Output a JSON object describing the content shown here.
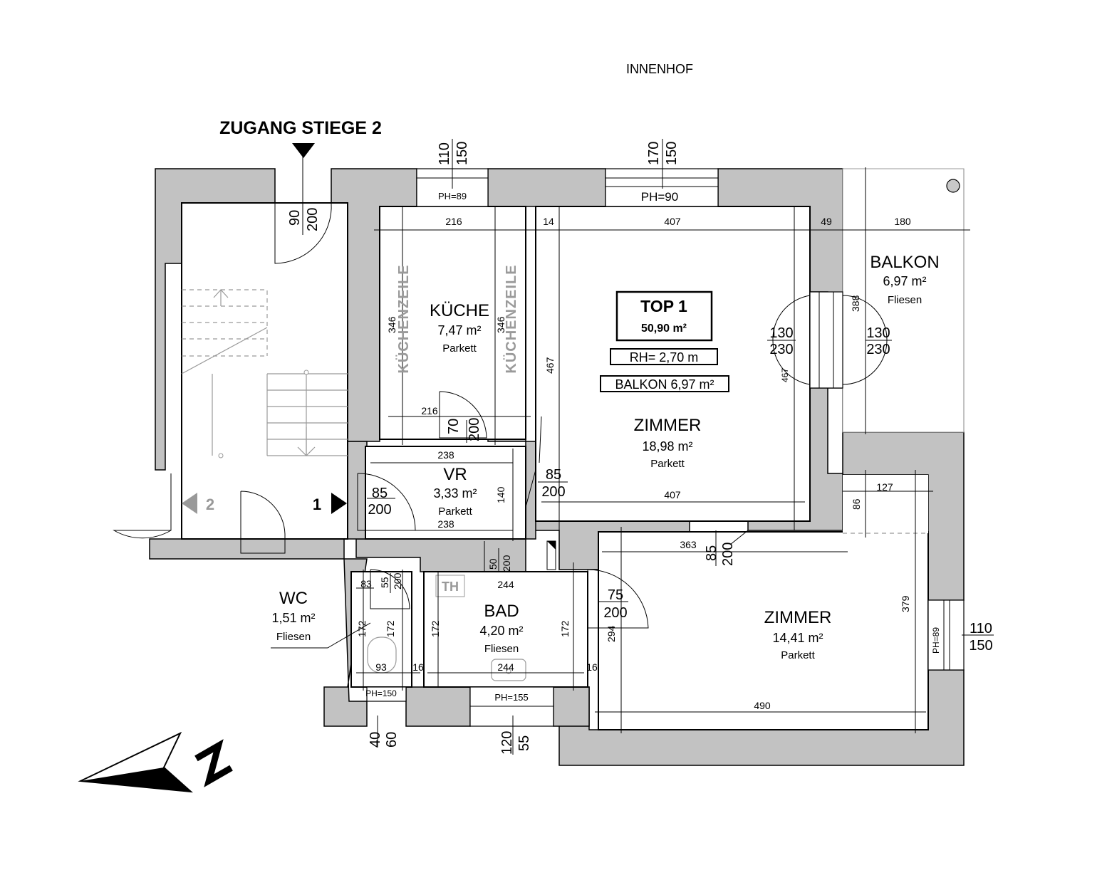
{
  "labels": {
    "innenhof": "INNENHOF",
    "zugang": "ZUGANG STIEGE 2",
    "top": "TOP 1",
    "top_area": "50,90 m²",
    "rh": "RH= 2,70 m",
    "balkon_box": "BALKON 6,97 m²",
    "kuechenzeile": "KÜCHENZEILE",
    "th": "TH",
    "entrance_1": "1",
    "entrance_2": "2"
  },
  "rooms": {
    "kueche": {
      "name": "KÜCHE",
      "area": "7,47 m²",
      "floor": "Parkett"
    },
    "zimmer1": {
      "name": "ZIMMER",
      "area": "18,98 m²",
      "floor": "Parkett"
    },
    "balkon": {
      "name": "BALKON",
      "area": "6,97 m²",
      "floor": "Fliesen"
    },
    "vr": {
      "name": "VR",
      "area": "3,33 m²",
      "floor": "Parkett"
    },
    "wc": {
      "name": "WC",
      "area": "1,51 m²",
      "floor": "Fliesen"
    },
    "bad": {
      "name": "BAD",
      "area": "4,20 m²",
      "floor": "Fliesen"
    },
    "zimmer2": {
      "name": "ZIMMER",
      "area": "14,41 m²",
      "floor": "Parkett"
    }
  },
  "dims": {
    "w_kueche_110": "110",
    "w_kueche_150": "150",
    "ph_89_top": "PH=89",
    "w_zimmer_170": "170",
    "w_zimmer_150": "150",
    "ph_90": "PH=90",
    "d_90": "90",
    "d_200_entry": "200",
    "k_216_top": "216",
    "k_216_bot": "216",
    "k_346_l": "346",
    "k_346_r": "346",
    "k_70": "70",
    "k_200": "200",
    "z_14": "14",
    "z_407_top": "407",
    "z_407_bot": "407",
    "z_467": "467",
    "z_467_r": "467",
    "z_49": "49",
    "b_180": "180",
    "b_388": "388",
    "bd_130_l": "130",
    "bd_230_l": "230",
    "bd_130_r": "130",
    "bd_230_r": "230",
    "vr_238_top": "238",
    "vr_238_bot": "238",
    "vr_140": "140",
    "vd_85": "85",
    "vd_200": "200",
    "ed_85": "85",
    "ed_200": "200",
    "wc_83": "83",
    "wc_55": "55",
    "wc_200": "200",
    "wc_172_l": "172",
    "wc_172_r": "172",
    "wc_93": "93",
    "wc_16": "16",
    "ph_150": "PH=150",
    "wc_40": "40",
    "wc_60": "60",
    "bad_50": "50",
    "bad_200": "200",
    "bad_244_top": "244",
    "bad_244_bot": "244",
    "bad_172_l": "172",
    "bad_172_r": "172",
    "bad_16": "16",
    "ph_155": "PH=155",
    "bad_120": "120",
    "bad_55": "55",
    "bad_75": "75",
    "bad_d200": "200",
    "z2_363": "363",
    "z2_85": "85",
    "z2_200": "200",
    "z2_127": "127",
    "z2_86": "86",
    "z2_379": "379",
    "z2_294": "294",
    "z2_490": "490",
    "ph_89_right": "PH=89",
    "z2_110": "110",
    "z2_150": "150"
  }
}
